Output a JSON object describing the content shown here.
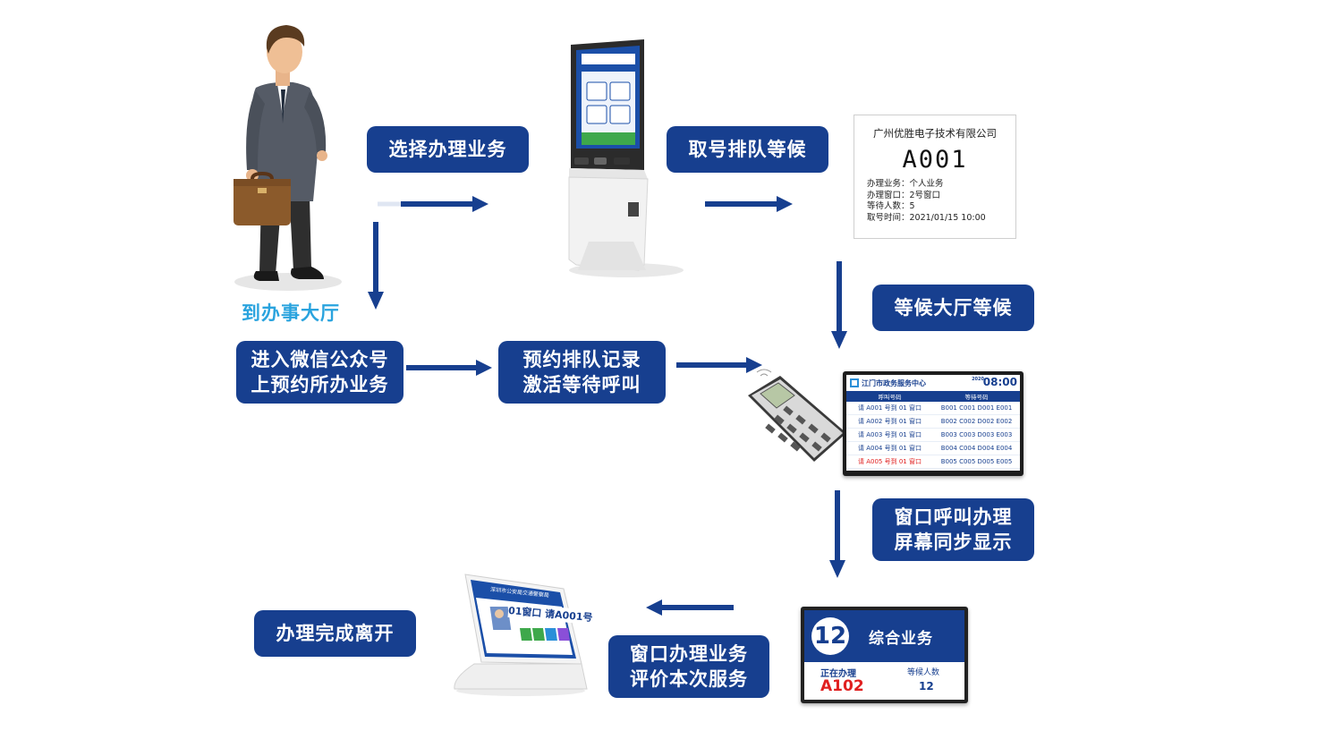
{
  "steps": {
    "arrive": "到办事大厅",
    "select_service": "选择办理业务",
    "take_number": "取号排队等候",
    "wait_hall": "等候大厅等候",
    "wechat_line1": "进入微信公众号",
    "wechat_line2": "上预约所办业务",
    "reservation_line1": "预约排队记录",
    "reservation_line2": "激活等待呼叫",
    "call_line1": "窗口呼叫办理",
    "call_line2": "屏幕同步显示",
    "process_line1": "窗口办理业务",
    "process_line2": "评价本次服务",
    "complete": "办理完成离开"
  },
  "ticket": {
    "company": "广州优胜电子技术有限公司",
    "number": "A001",
    "lines": [
      "办理业务：个人业务",
      "办理窗口：2号窗口",
      "等待人数：5",
      "取号时间：2021/01/15    10:00"
    ]
  },
  "call_display": {
    "title": "江门市政务服务中心",
    "date": "2020",
    "time": "08:00",
    "col_call": "呼叫号码",
    "col_wait": "等待号码",
    "rows": [
      {
        "call": "请 A001 号到 01 窗口",
        "wait": "B001  C001  D001  E001",
        "highlight": false
      },
      {
        "call": "请 A002 号到 01 窗口",
        "wait": "B002  C002  D002  E002",
        "highlight": false
      },
      {
        "call": "请 A003 号到 01 窗口",
        "wait": "B003  C003  D003  E003",
        "highlight": false
      },
      {
        "call": "请 A004 号到 01 窗口",
        "wait": "B004  C004  D004  E004",
        "highlight": false
      },
      {
        "call": "请 A005 号到 01 窗口",
        "wait": "B005  C005  D005  E005",
        "highlight": true
      }
    ]
  },
  "window_screen": {
    "window_no": "12",
    "service": "综合业务",
    "processing_label": "正在办理",
    "processing_value": "A102",
    "waiting_label": "等候人数",
    "waiting_value": "12"
  },
  "tablet": {
    "header": "深圳市公安局交通警察局",
    "call_text": "01窗口  请A001号"
  },
  "colors": {
    "step_box": "#173f8f",
    "caption": "#29a3de",
    "arrow": "#173f8f",
    "highlight": "#e02020"
  }
}
